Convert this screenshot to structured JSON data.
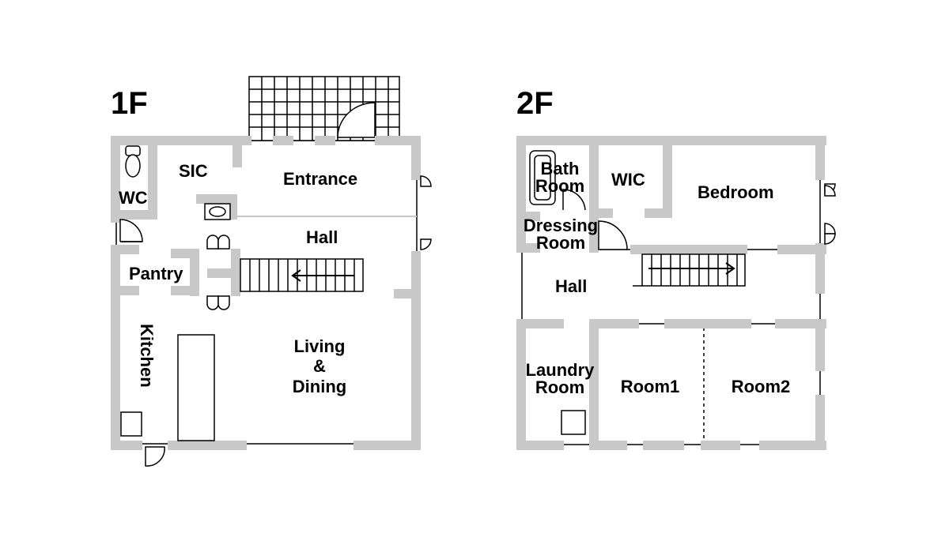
{
  "floors": {
    "first": {
      "title": "1F",
      "rooms": {
        "wc": "WC",
        "sic": "SIC",
        "entrance": "Entrance",
        "hall": "Hall",
        "pantry": "Pantry",
        "kitchen": "Kitchen",
        "living_1": "Living",
        "living_2": "&",
        "living_3": "Dining"
      }
    },
    "second": {
      "title": "2F",
      "rooms": {
        "bath_1": "Bath",
        "bath_2": "Room",
        "wic": "WIC",
        "bedroom": "Bedroom",
        "dressing_1": "Dressing",
        "dressing_2": "Room",
        "hall": "Hall",
        "laundry_1": "Laundry",
        "laundry_2": "Room",
        "room1": "Room1",
        "room2": "Room2"
      }
    }
  },
  "colors": {
    "wall": "#c8c8c8",
    "line": "#000000",
    "background": "#ffffff"
  }
}
